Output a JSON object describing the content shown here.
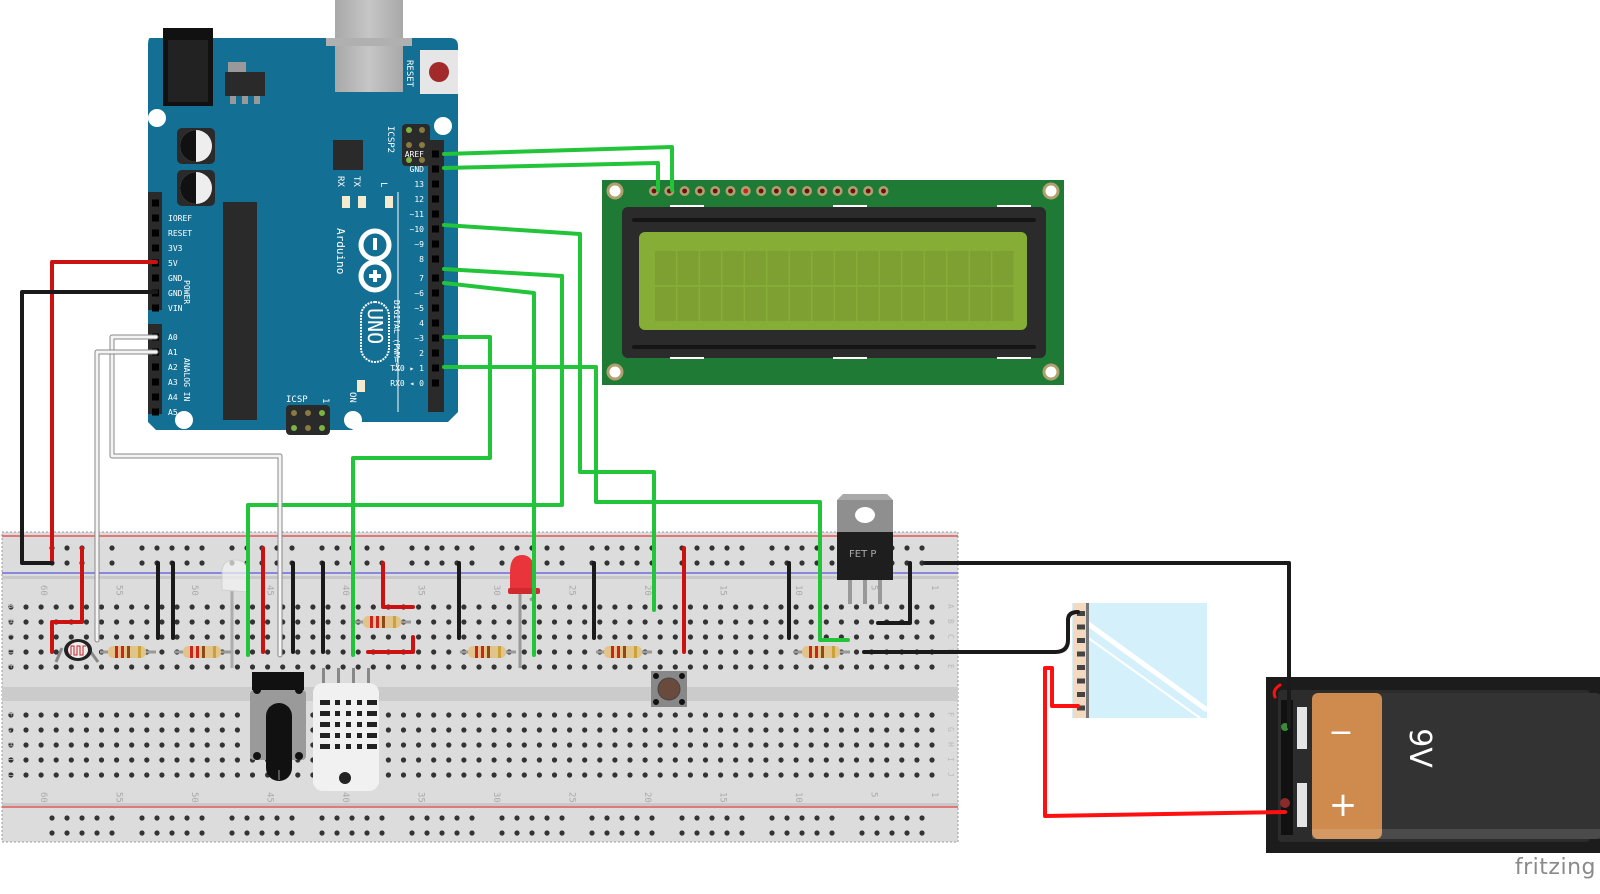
{
  "diagram": {
    "tool_watermark": "fritzing",
    "arduino": {
      "name": "Arduino",
      "model": "UNO",
      "reset_label": "RESET",
      "icsp2_label": "ICSP2",
      "icsp_label": "ICSP",
      "icsp_pin1": "1",
      "led_labels": [
        "TX",
        "RX",
        "L",
        "ON"
      ],
      "digital_header_label": "DIGITAL (PWM=~)",
      "power_header_label": "POWER",
      "analog_header_label": "ANALOG IN",
      "digital_pins": [
        "AREF",
        "GND",
        "13",
        "12",
        "~11",
        "~10",
        "~9",
        "8",
        "7",
        "~6",
        "~5",
        "4",
        "~3",
        "2",
        "TX0 ▸ 1",
        "RX0 ◂ 0"
      ],
      "power_pins": [
        "",
        "IOREF",
        "RESET",
        "3V3",
        "5V",
        "GND",
        "GND",
        "VIN"
      ],
      "analog_pins": [
        "A0",
        "A1",
        "A2",
        "A3",
        "A4",
        "A5"
      ]
    },
    "lcd": {
      "type": "16x2 LCD",
      "columns": 16,
      "rows": 2,
      "pin_count": 16
    },
    "mosfet": {
      "label": "FET P"
    },
    "battery": {
      "label": "9V",
      "minus": "−",
      "plus": "+"
    },
    "breadboard": {
      "column_labels": [
        "60",
        "55",
        "50",
        "45",
        "40",
        "35",
        "30",
        "25",
        "20",
        "15",
        "10",
        "5",
        "1"
      ],
      "row_labels_top": [
        "A",
        "B",
        "C",
        "D",
        "E"
      ],
      "row_labels_bottom": [
        "F",
        "G",
        "H",
        "I",
        "J"
      ]
    },
    "colors": {
      "arduino_board": "#136f93",
      "lcd_pcb": "#1f7a35",
      "lcd_screen": "#86ad35",
      "wire_green": "#22c43a",
      "wire_red": "#cc1111",
      "wire_black": "#1a1a1a",
      "wire_white": "#f2f2f2",
      "breadboard": "#dcdcdc",
      "rail_red": "#e25a5a",
      "rail_blue": "#6d6de0",
      "battery_body": "#cf8a4e"
    }
  }
}
